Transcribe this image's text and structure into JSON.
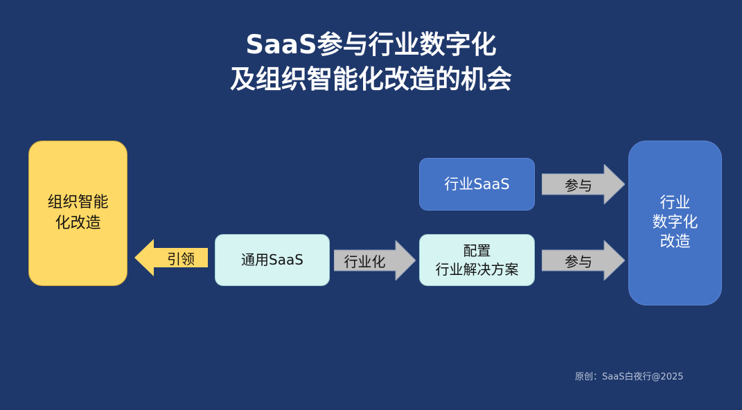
{
  "title": {
    "line1": "SaaS参与行业数字化",
    "line2": "及组织智能化改造的机会"
  },
  "boxes": {
    "org_intel": "组织智能\n化改造",
    "general_saas": "通用SaaS",
    "industry_saas": "行业SaaS",
    "config_solution": "配置\n行业解决方案",
    "industry_digital": "行业\n数字化\n改造"
  },
  "arrows": {
    "lead": "引领",
    "industrialize": "行业化",
    "participate_top": "参与",
    "participate_bottom": "参与"
  },
  "colors": {
    "background": "#1f386b",
    "yellow": "#ffd966",
    "light_teal": "#d6f4f2",
    "blue": "#4472c4",
    "gray_arrow": "#bfbfbf"
  },
  "credit": "原创：SaaS白夜行@2025"
}
